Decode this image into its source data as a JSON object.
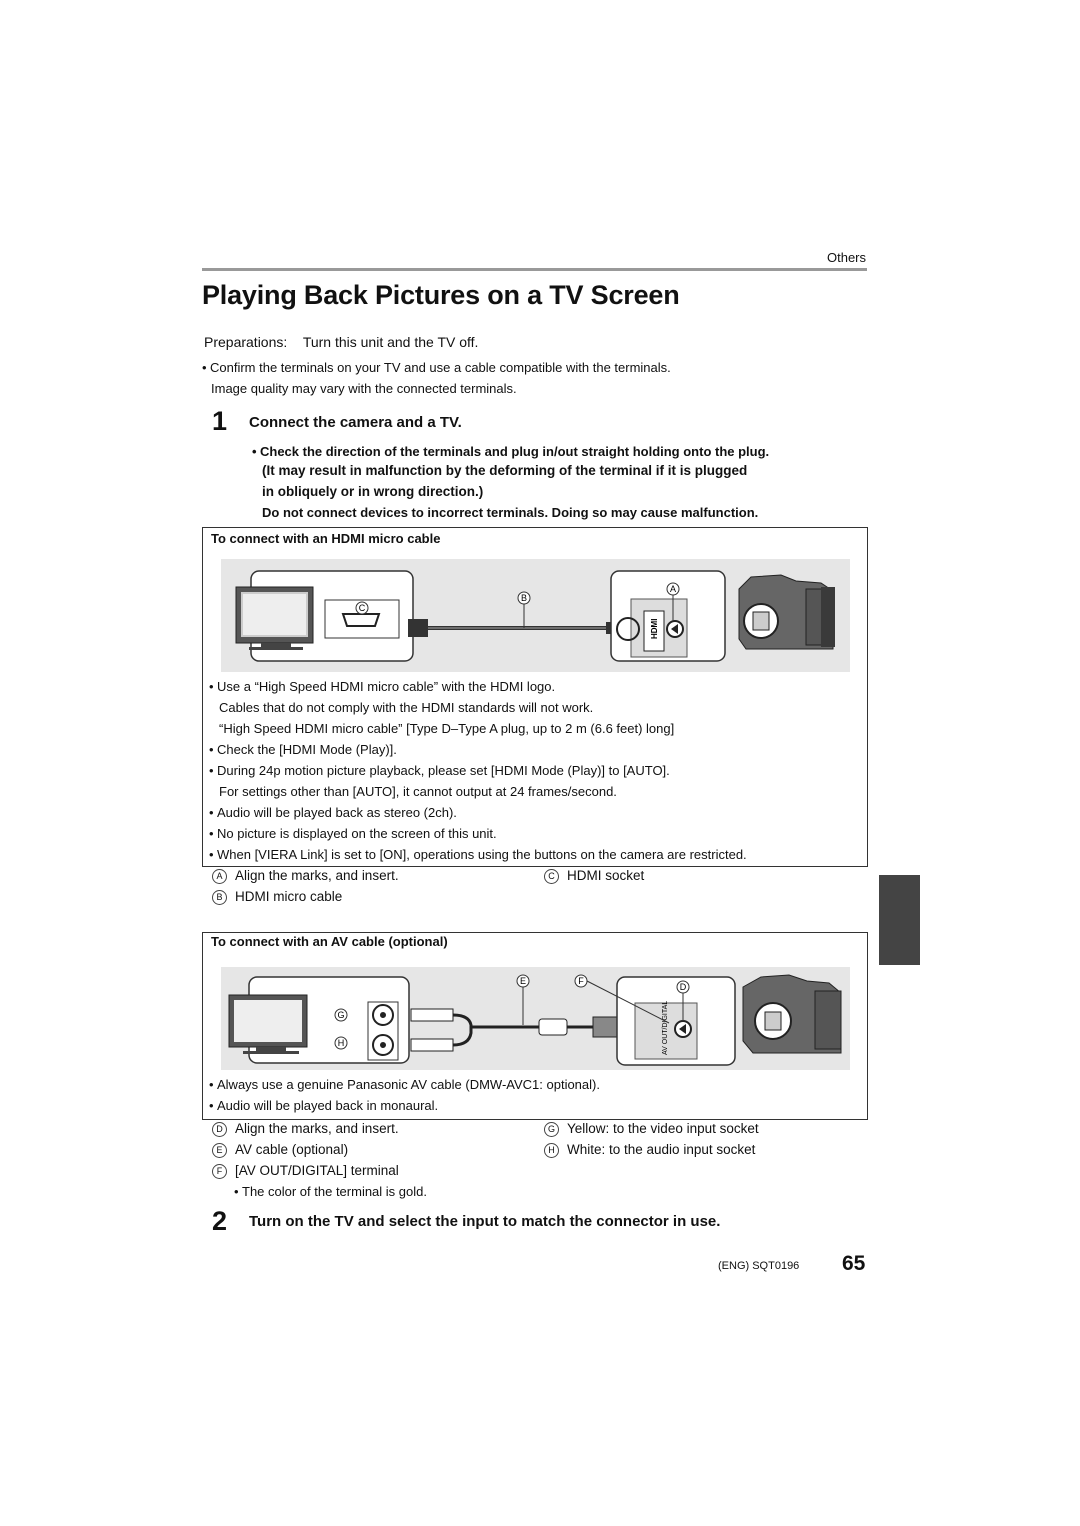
{
  "header": {
    "section": "Others"
  },
  "title": "Playing Back Pictures on a TV Screen",
  "preparations": {
    "label": "Preparations:",
    "text": "Turn this unit and the TV off."
  },
  "intro": {
    "line1": "Confirm the terminals on your TV and use a cable compatible with the terminals.",
    "line2": "Image quality may vary with the connected terminals."
  },
  "step1": {
    "number": "1",
    "text": "Connect the camera and a TV.",
    "warn1": "Check the direction of the terminals and plug in/out straight holding onto the plug.",
    "warn2": "(It may result in malfunction by the deforming of the terminal if it is plugged",
    "warn3": "in obliquely or in wrong direction.)",
    "warn4": "Do not connect devices to incorrect terminals. Doing so may cause malfunction."
  },
  "hdmi": {
    "title": "To connect with an HDMI micro cable",
    "notes": [
      "Use a “High Speed HDMI micro cable” with the HDMI logo.",
      "Cables that do not comply with the HDMI standards will not work.",
      "“High Speed HDMI micro cable” [Type D–Type A plug, up to 2 m (6.6 feet) long]",
      "Check the [HDMI Mode (Play)].",
      "During 24p motion picture playback, please set [HDMI Mode (Play)] to [AUTO].",
      "For settings other than [AUTO], it cannot output at 24 frames/second.",
      "Audio will be played back as stereo (2ch).",
      "No picture is displayed on the screen of this unit.",
      "When [VIERA Link] is set to [ON], operations using the buttons on the camera are restricted."
    ],
    "legend": {
      "a_mark": "A",
      "a_text": "Align the marks, and insert.",
      "b_mark": "B",
      "b_text": "HDMI micro cable",
      "c_mark": "C",
      "c_text": "HDMI socket"
    },
    "diagram": {
      "label_a": "A",
      "label_b": "B",
      "label_c": "C",
      "port_text": "HDMI"
    }
  },
  "av": {
    "title": "To connect with an AV cable (optional)",
    "notes": [
      "Always use a genuine Panasonic AV cable (DMW-AVC1: optional).",
      "Audio will be played back in monaural."
    ],
    "legend": {
      "d_mark": "D",
      "d_text": "Align the marks, and insert.",
      "e_mark": "E",
      "e_text": "AV cable (optional)",
      "f_mark": "F",
      "f_text": "[AV OUT/DIGITAL] terminal",
      "f_note": "The color of the terminal is gold.",
      "g_mark": "G",
      "g_text": "Yellow:  to the video input socket",
      "h_mark": "H",
      "h_text": "White:  to the audio input socket"
    },
    "diagram": {
      "label_d": "D",
      "label_e": "E",
      "label_f": "F",
      "label_g": "G",
      "label_h": "H",
      "port_text": "AV OUT/DIGITAL"
    }
  },
  "step2": {
    "number": "2",
    "text": "Turn on the TV and select the input to match the connector in use."
  },
  "footer": {
    "code": "(ENG) SQT0196",
    "page": "65"
  }
}
